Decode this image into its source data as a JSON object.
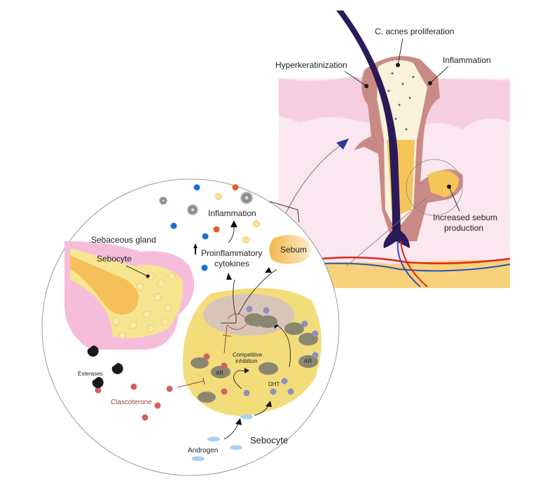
{
  "labels": {
    "c_acnes": "C. acnes proliferation",
    "hyperkeratinization": "Hyperkeratinization",
    "inflammation_skin": "Inflammation",
    "increased_sebum_1": "Increased sebum",
    "increased_sebum_2": "production",
    "inflammation_cell": "Inflammation",
    "sebaceous_gland": "Sebaceous gland",
    "sebocyte_gland": "Sebocyte",
    "proinflammatory_1": "Proinflammatory",
    "proinflammatory_2": "cytokines",
    "sebum": "Sebum",
    "competitive_1": "Competitive",
    "competitive_2": "inhibition",
    "ar_1": "AR",
    "ar_2": "AR",
    "dht": "DHT",
    "esterases": "Esterases",
    "clascoterone": "Clascoterone",
    "androgen": "Androgen",
    "sebocyte_cell": "Sebocyte"
  },
  "colors": {
    "skin_pink": "#f7d3e3",
    "follicle_brown": "#c98a86",
    "hair": "#2b1a5a",
    "sebum_yellow": "#f5c55a",
    "cell_yellow": "#f3dc7a",
    "clascoterone_red": "#a0453f",
    "arrow_blue": "#2d3a9a"
  }
}
